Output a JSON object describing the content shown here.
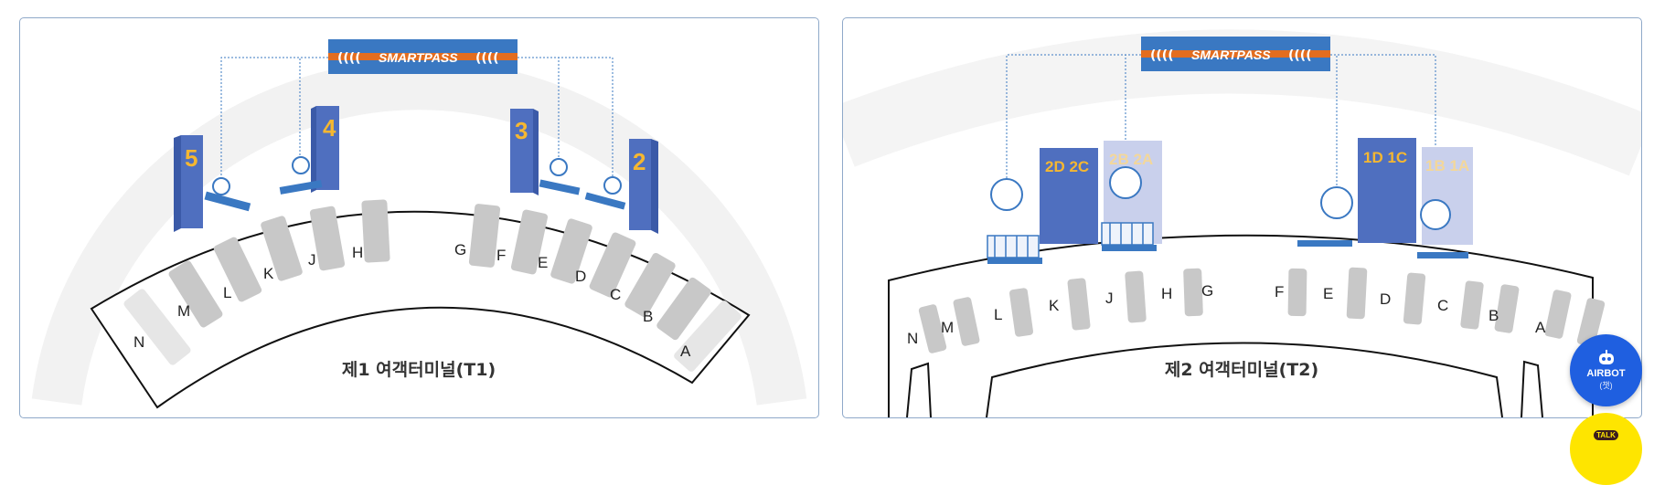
{
  "terminals": [
    {
      "title": "제1 여객터미널(T1)",
      "banner_text": "SMARTPASS",
      "gate_letters": [
        "N",
        "M",
        "L",
        "K",
        "J",
        "H",
        "G",
        "F",
        "E",
        "D",
        "C",
        "B",
        "A"
      ],
      "checkin_numbers": [
        "5",
        "4",
        "3",
        "2"
      ]
    },
    {
      "title": "제2 여객터미널(T2)",
      "banner_text": "SMARTPASS",
      "gate_letters": [
        "N",
        "M",
        "L",
        "K",
        "J",
        "H",
        "G",
        "F",
        "E",
        "D",
        "C",
        "B",
        "A"
      ],
      "checkin_numbers": [
        "2D 2C",
        "2B 2A",
        "1D 1C",
        "1B 1A"
      ]
    }
  ],
  "floating": {
    "airbot_label": "AIRBOT",
    "airbot_sub": "(챗)",
    "talk_label": "TALK"
  },
  "colors": {
    "banner_blue": "#3a78c2",
    "banner_stripe": "#e36d1f",
    "pillar_blue": "#4f6fbf",
    "pillar_faded": "#c9d0ec",
    "gate_gray": "#c8c8c8",
    "gate_number_gold": "#f5b731",
    "panel_border": "#8fa9c9"
  }
}
